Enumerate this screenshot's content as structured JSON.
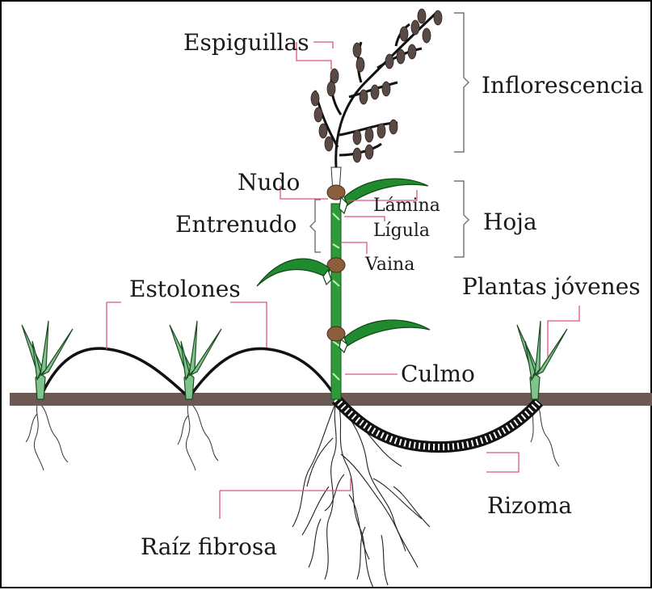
{
  "labels": {
    "espiguillas": "Espiguillas",
    "inflorescencia": "Inflorescencia",
    "nudo": "Nudo",
    "lamina": "Lámina",
    "entrenudo": "Entrenudo",
    "hoja": "Hoja",
    "ligula": "Lígula",
    "vaina": "Vaina",
    "estolones": "Estolones",
    "plantas_jovenes": "Plantas jóvenes",
    "culmo": "Culmo",
    "rizoma": "Rizoma",
    "raiz_fibrosa": "Raíz fibrosa"
  },
  "colors": {
    "leader_line": "#e0557a",
    "ground": "#6b5a52",
    "stem_green": "#2e9a3a",
    "leaf_green": "#1f8a2e",
    "young_plant": "#7fc48a",
    "node_brown": "#8b5e3c",
    "spikelet": "#5a4a45",
    "bracket": "#777777"
  }
}
